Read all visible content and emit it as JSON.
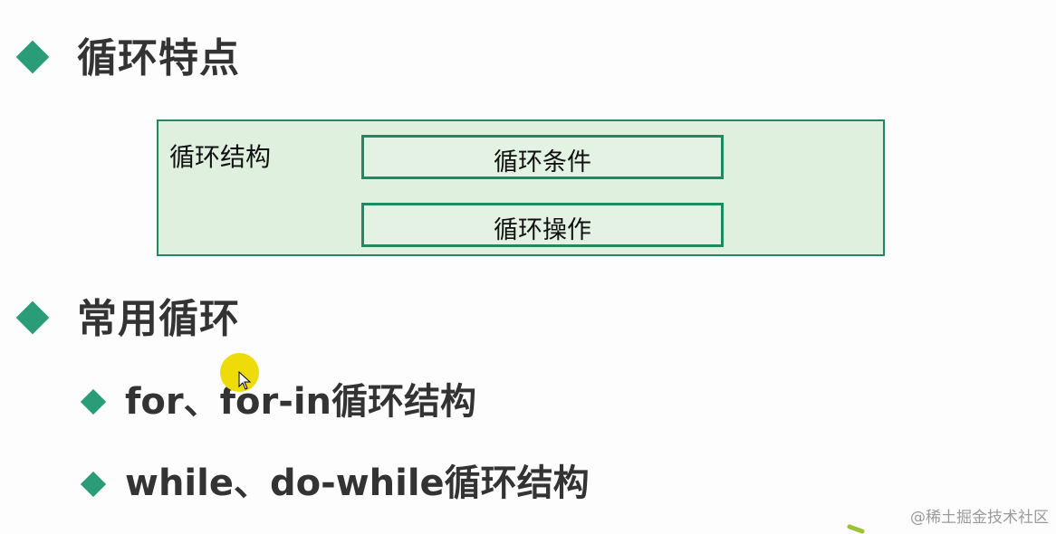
{
  "slide": {
    "section1": {
      "title": "循环特点",
      "diagram": {
        "outer_label": "循环结构",
        "inner_boxes": [
          "循环条件",
          "循环操作"
        ]
      }
    },
    "section2": {
      "title": "常用循环",
      "items": [
        "for、for-in循环结构",
        "while、do-while循环结构"
      ]
    },
    "watermark": "@稀土掘金技术社区"
  },
  "colors": {
    "accent_green": "#2a9d78",
    "box_border": "#1f8a62",
    "box_fill": "#dff0df",
    "text": "#333333",
    "cursor_highlight": "#eedc0a"
  }
}
